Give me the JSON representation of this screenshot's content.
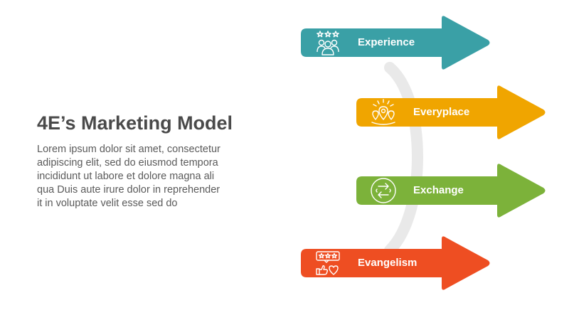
{
  "title": "4E’s Marketing Model",
  "description_lines": [
    "Lorem ipsum dolor sit amet, consectetur",
    "adipiscing elit, sed do eiusmod tempora",
    "incididunt ut labore et dolore magna ali",
    "qua Duis aute irure dolor in reprehender",
    "it in voluptate velit esse sed do"
  ],
  "items": [
    {
      "label": "Experience",
      "color": "#3aa0a6",
      "icon": "customer-rating-icon"
    },
    {
      "label": "Everyplace",
      "color": "#f0a500",
      "icon": "location-pins-icon"
    },
    {
      "label": "Exchange",
      "color": "#7cb23a",
      "icon": "exchange-arrows-icon"
    },
    {
      "label": "Evangelism",
      "color": "#ee4e22",
      "icon": "rating-like-love-icon"
    }
  ],
  "colors": {
    "title": "#4a4a4a",
    "text": "#5a5a5a",
    "connector": "#e9e9e9"
  }
}
